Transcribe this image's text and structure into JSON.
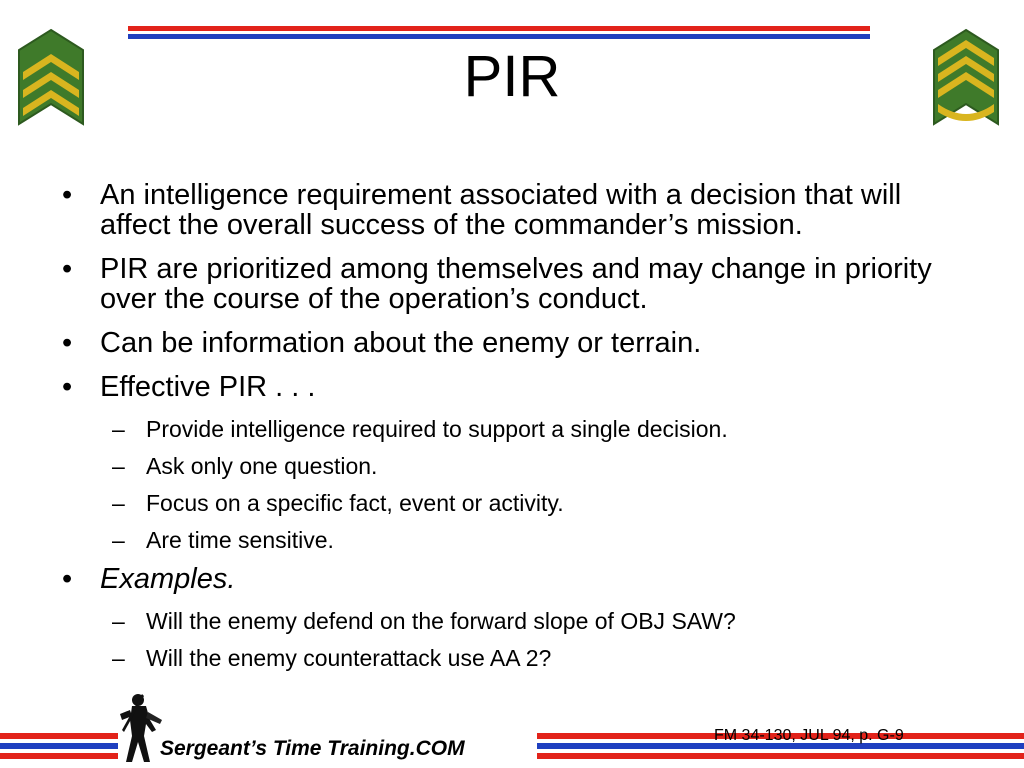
{
  "slide": {
    "title": "PIR",
    "bullets": [
      {
        "level": 1,
        "mark": "•",
        "text": "An intelligence requirement associated with a decision that will affect the overall success of the commander’s mission."
      },
      {
        "level": 1,
        "mark": "•",
        "text": "PIR are prioritized among themselves and may change in priority over the course of the operation’s conduct."
      },
      {
        "level": 1,
        "mark": "•",
        "text": "Can be information about the enemy or terrain."
      },
      {
        "level": 1,
        "mark": "•",
        "text": "Effective PIR . . ."
      },
      {
        "level": 2,
        "mark": "–",
        "text": "Provide intelligence required to support a single decision."
      },
      {
        "level": 2,
        "mark": "–",
        "text": "Ask only one question."
      },
      {
        "level": 2,
        "mark": "–",
        "text": "Focus on a specific fact, event or activity."
      },
      {
        "level": 2,
        "mark": "–",
        "text": "Are time sensitive."
      },
      {
        "level": 1,
        "mark": "•",
        "text": "Examples."
      },
      {
        "level": 2,
        "mark": "–",
        "text": "Will the enemy defend on the forward slope of OBJ SAW?"
      },
      {
        "level": 2,
        "mark": "–",
        "text": "Will the enemy counterattack use AA 2?"
      }
    ]
  },
  "footer": {
    "brand": "Sergeant’s Time Training.COM",
    "citation": "FM 34-130, JUL 94, p. G-9"
  },
  "icons": {
    "left_insignia": "sergeant-chevron-icon",
    "right_insignia": "staff-sergeant-chevron-icon",
    "footer_figure": "soldier-silhouette-icon"
  },
  "colors": {
    "stripe_red": "#e2231a",
    "stripe_blue": "#1f3fbf",
    "insignia_green": "#3f7a2a",
    "insignia_gold": "#d9b51f"
  }
}
